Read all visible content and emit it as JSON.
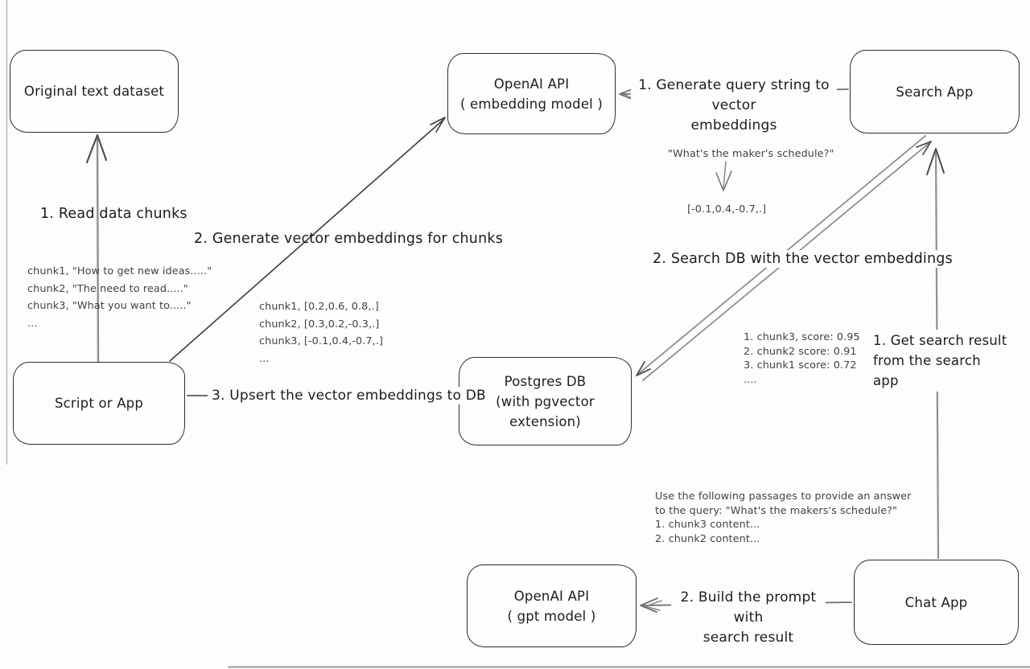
{
  "boxes": {
    "original_dataset": {
      "label": "Original text dataset"
    },
    "openai_embedding": {
      "line1": "OpenAI API",
      "line2": "( embedding model )"
    },
    "search_app": {
      "label": "Search App"
    },
    "script_app": {
      "label": "Script or App"
    },
    "postgres_db": {
      "line1": "Postgres DB",
      "line2": "(with pgvector extension)"
    },
    "openai_gpt": {
      "line1": "OpenAI API",
      "line2": "( gpt model )"
    },
    "chat_app": {
      "label": "Chat App"
    }
  },
  "edge_labels": {
    "read_chunks": "1. Read data chunks",
    "generate_embeddings": "2. Generate vector embeddings for chunks",
    "upsert_embeddings": "3. Upsert the vector embeddings to DB",
    "query_to_vector_line1": "1. Generate query string to vector",
    "query_to_vector_line2": "embeddings",
    "search_db": "2. Search DB with the vector embeddings",
    "get_search_result_line1": "1. Get search result",
    "get_search_result_line2": "from the search app",
    "build_prompt_line1": "2. Build the prompt with",
    "build_prompt_line2": "search result"
  },
  "annotations": {
    "data_chunks": {
      "lines": [
        "chunk1, \"How to get new ideas.....\"",
        "chunk2, \"The need to read.....\"",
        "chunk3, \"What you want to.....\"",
        "..."
      ]
    },
    "chunk_vectors": {
      "lines": [
        "chunk1, [0.2,0.6, 0.8,.]",
        "chunk2, [0.3,0.2,-0.3,.]",
        "chunk3, [-0.1,0.4,-0.7,.]",
        "..."
      ]
    },
    "query_example": "\"What's the maker's schedule?\"",
    "query_vector": "[-0.1,0.4,-0.7,.]",
    "search_scores": {
      "lines": [
        "1. chunk3, score: 0.95",
        "2. chunk2 score: 0.91",
        "3. chunk1 score: 0.72",
        "...."
      ]
    },
    "prompt_preview": {
      "lines": [
        "Use the following passages to provide an answer",
        "to the query: \"What's the makers's schedule?\"",
        "1. chunk3 content...",
        "2. chunk2 content..."
      ]
    }
  },
  "colors": {
    "background": "#fdfdfd",
    "box_border": "#2e2e2e",
    "dark_line": "#3c3c3c",
    "gray_line": "#909090",
    "label_text": "#1c1c1c",
    "annotation_text": "#424242"
  }
}
